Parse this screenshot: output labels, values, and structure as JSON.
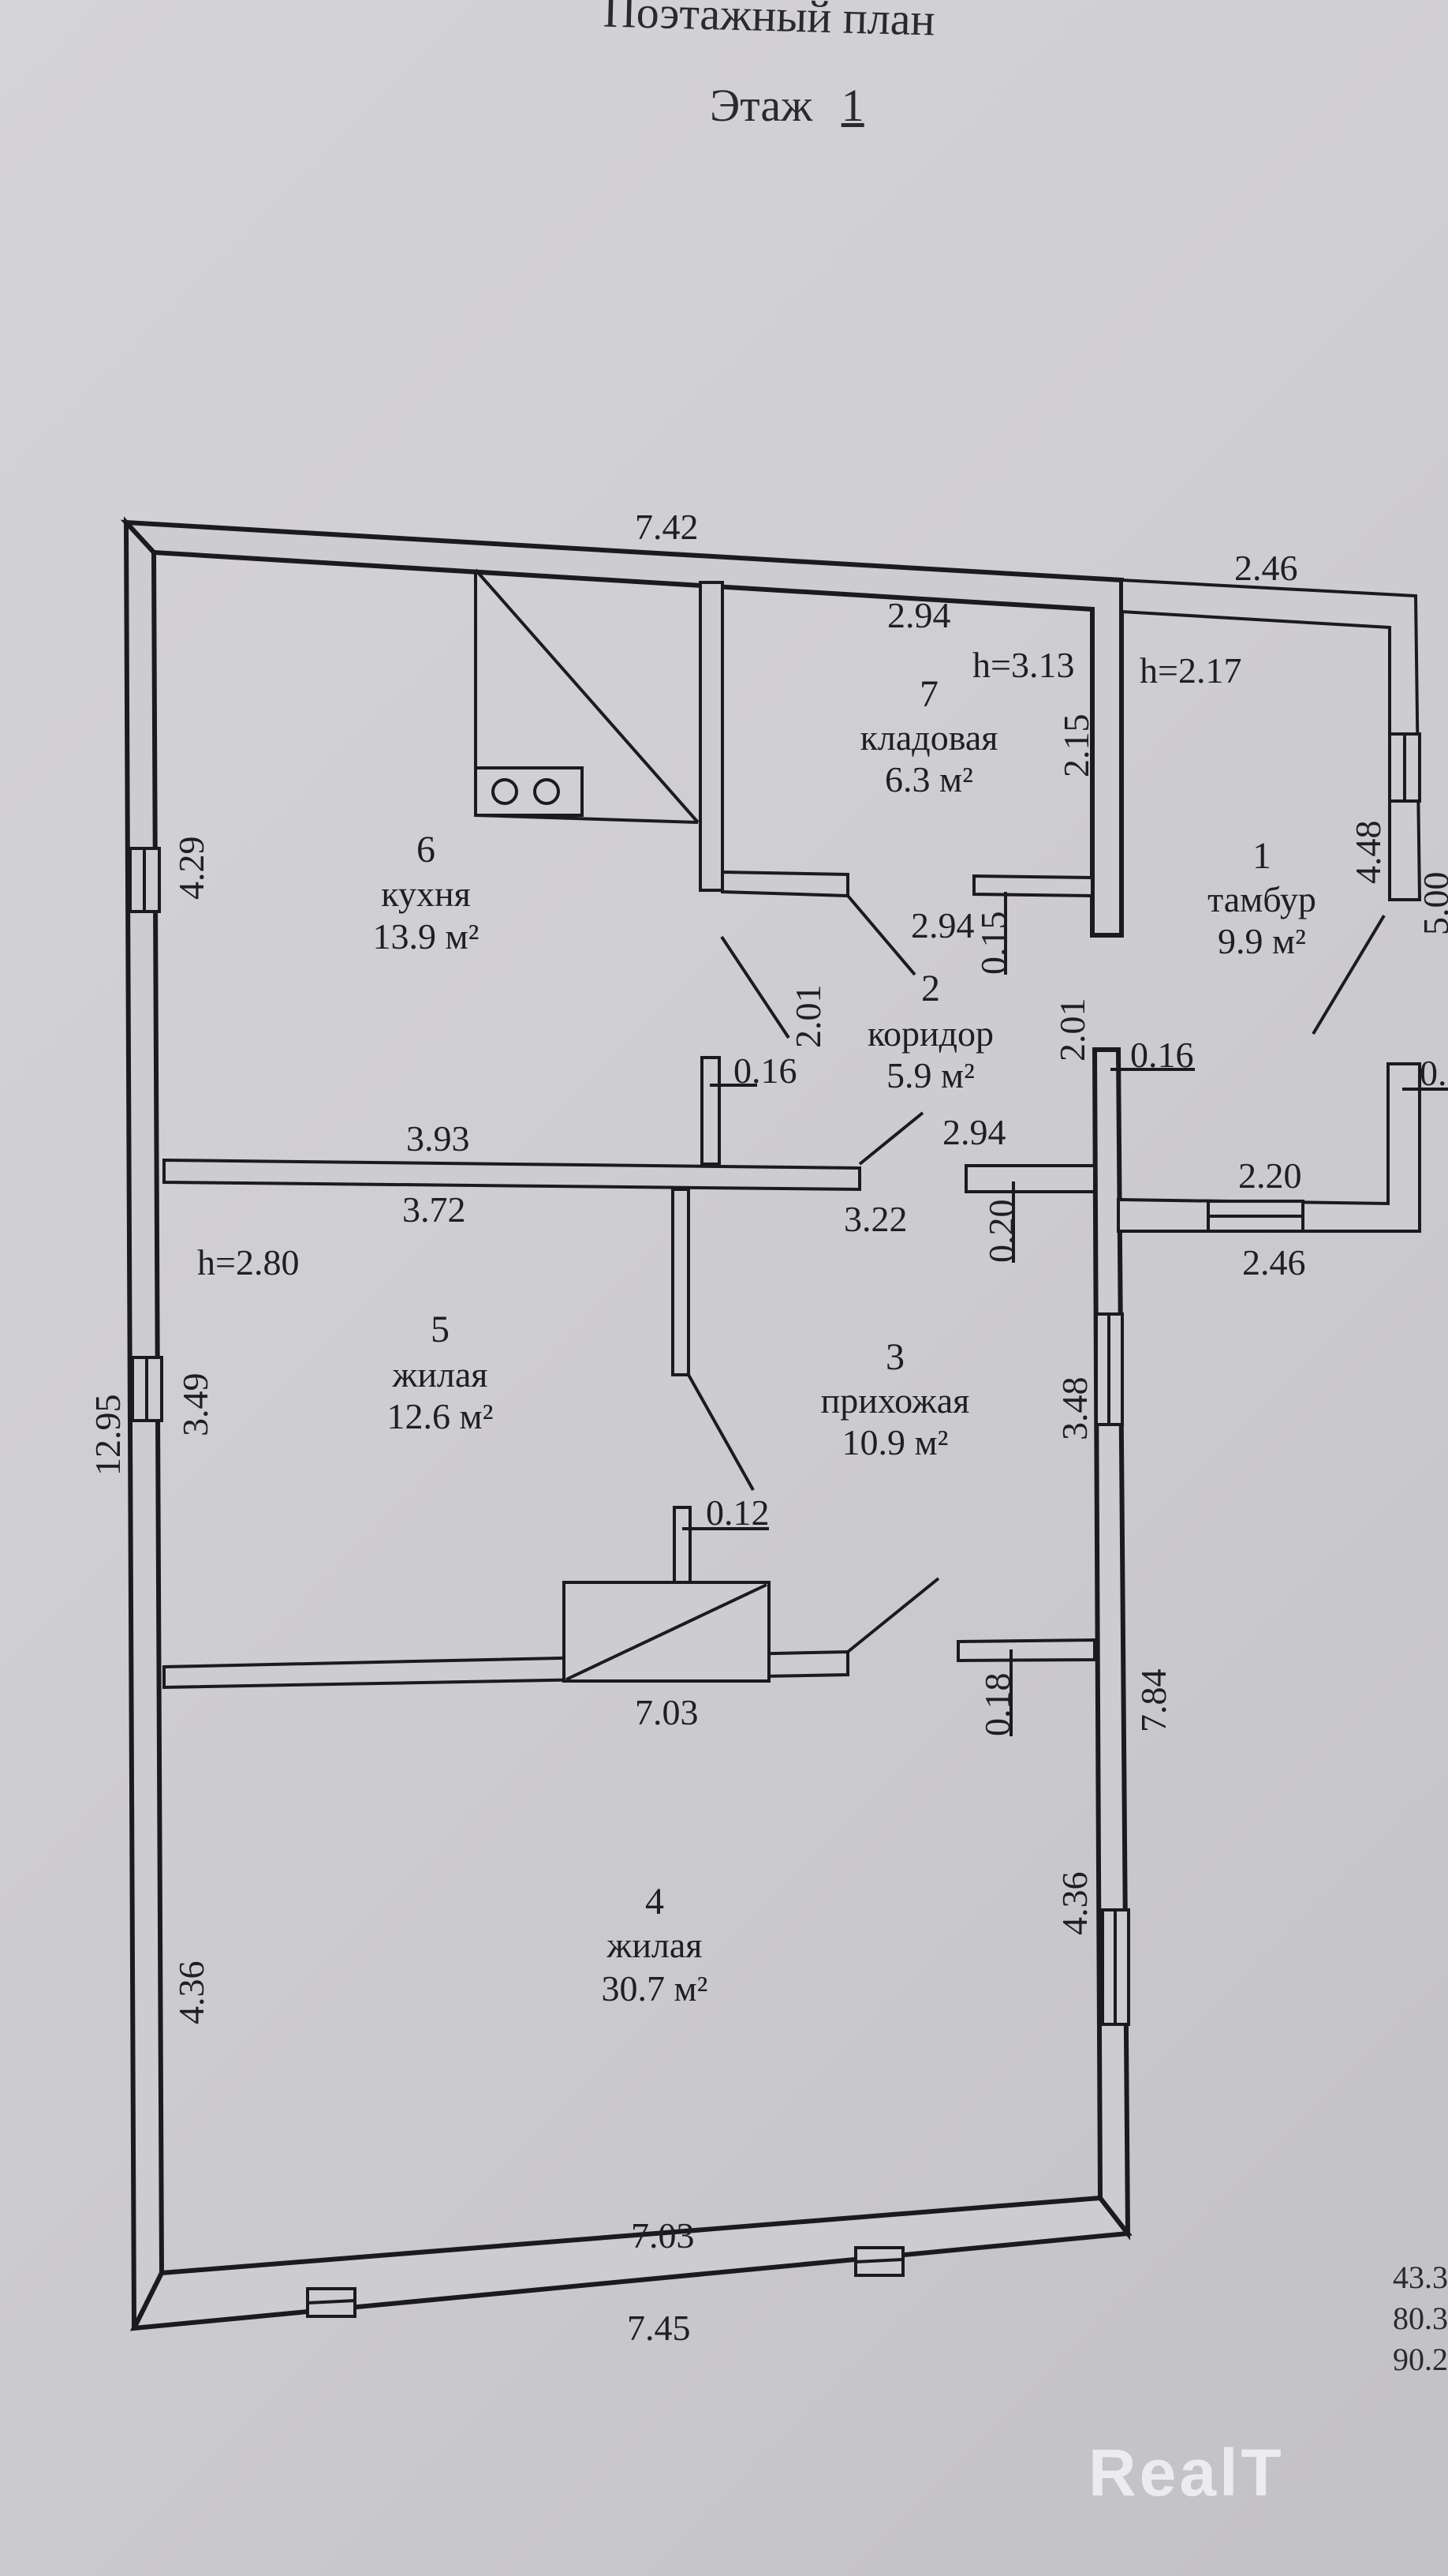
{
  "header": {
    "title": "Поэтажный план",
    "floor_label": "Этаж",
    "floor_number": "1"
  },
  "rooms": [
    {
      "number": "1",
      "name": "тамбур",
      "area": "9.9 м²"
    },
    {
      "number": "2",
      "name": "коридор",
      "area": "5.9 м²"
    },
    {
      "number": "3",
      "name": "прихожая",
      "area": "10.9 м²"
    },
    {
      "number": "4",
      "name": "жилая",
      "area": "30.7 м²"
    },
    {
      "number": "5",
      "name": "жилая",
      "area": "12.6 м²"
    },
    {
      "number": "6",
      "name": "кухня",
      "area": "13.9 м²"
    },
    {
      "number": "7",
      "name": "кладовая",
      "area": "6.3 м²"
    }
  ],
  "heights": {
    "storage": "h=3.13",
    "vestibule": "h=2.17",
    "main": "h=2.80"
  },
  "dimensions": {
    "top_outer": "7.42",
    "vestibule_top": "2.46",
    "storage_width": "2.94",
    "storage_depth": "2.15",
    "vestibule_depth": "4.48",
    "vestibule_outer": "5.00",
    "kitchen_depth": "4.29",
    "corridor_width_top": "2.94",
    "wall_015": "0.15",
    "corridor_left": "2.01",
    "corridor_right": "2.01",
    "wall_016_a": "0.16",
    "wall_016_b": "0.16",
    "wall_0x_right": "0.",
    "kitchen_width": "3.93",
    "corridor_width_bottom": "2.94",
    "living5_width": "3.72",
    "hall_width": "3.22",
    "wall_020": "0.20",
    "vestibule_width_inner": "2.20",
    "vestibule_width_outer": "2.46",
    "overall_length": "12.95",
    "living5_depth": "3.49",
    "hall_depth": "3.48",
    "wall_012": "0.12",
    "wall_018": "0.18",
    "east_length": "7.84",
    "living4_width_top": "7.03",
    "living4_depth_left": "4.36",
    "living4_depth_right": "4.36",
    "living4_width_bottom": "7.03",
    "bottom_outer": "7.45"
  },
  "totals": [
    "43.3",
    "80.3",
    "90.2"
  ],
  "watermark": "RealT"
}
